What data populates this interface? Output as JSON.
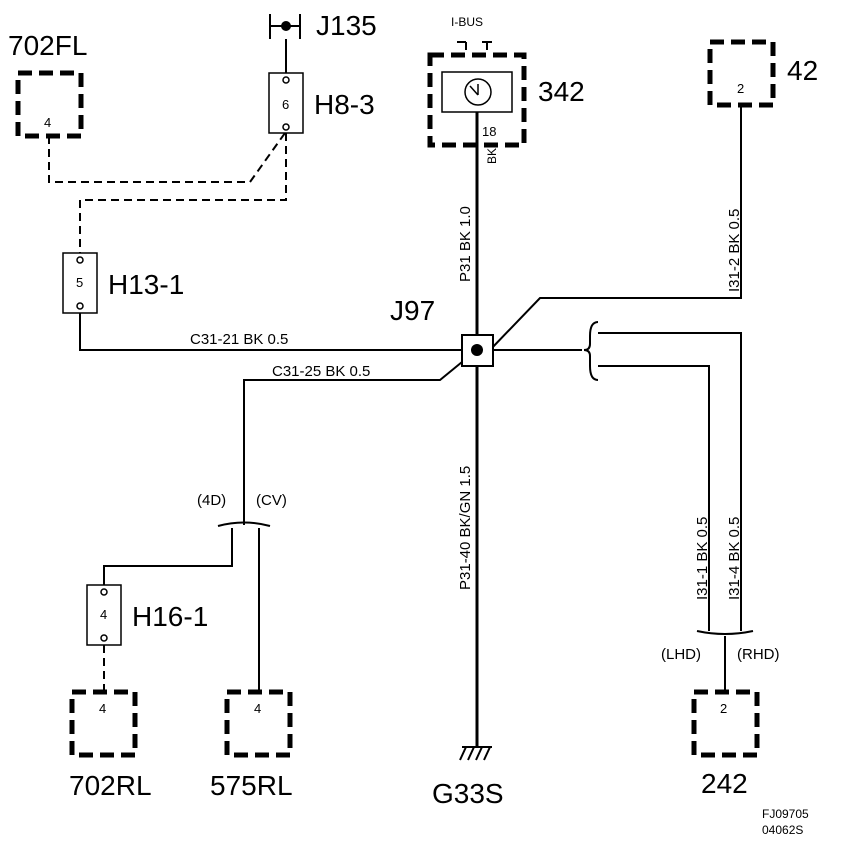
{
  "components": {
    "c702fl": {
      "name": "702FL",
      "pin": "4"
    },
    "j135": {
      "name": "J135"
    },
    "h8_3": {
      "name": "H8-3",
      "pin": "6"
    },
    "c342": {
      "name": "342",
      "bus": "I-BUS",
      "pin": "18",
      "pin_color": "BK"
    },
    "c42": {
      "name": "42",
      "pin": "2"
    },
    "h13_1": {
      "name": "H13-1",
      "pin": "5"
    },
    "j97": {
      "name": "J97"
    },
    "h16_1": {
      "name": "H16-1",
      "pin": "4"
    },
    "c702rl": {
      "name": "702RL",
      "pin": "4"
    },
    "c575rl": {
      "name": "575RL",
      "pin": "4"
    },
    "g33s": {
      "name": "G33S"
    },
    "c242": {
      "name": "242",
      "pin": "2"
    }
  },
  "wires": {
    "p31_top": "P31  BK  1.0",
    "p31_40": "P31-40  BK/GN  1.5",
    "i31_2": "I31-2  BK  0.5",
    "c31_21": "C31-21  BK    0.5",
    "c31_25": "C31-25  BK      0.5",
    "i31_1": "I31-1   BK   0.5",
    "i31_4": "I31-4   BK   0.5"
  },
  "variants": {
    "v4d": "(4D)",
    "vcv": "(CV)",
    "lhd": "(LHD)",
    "rhd": "(RHD)"
  },
  "figure": {
    "id": "FJ09705",
    "code": "04062S"
  }
}
